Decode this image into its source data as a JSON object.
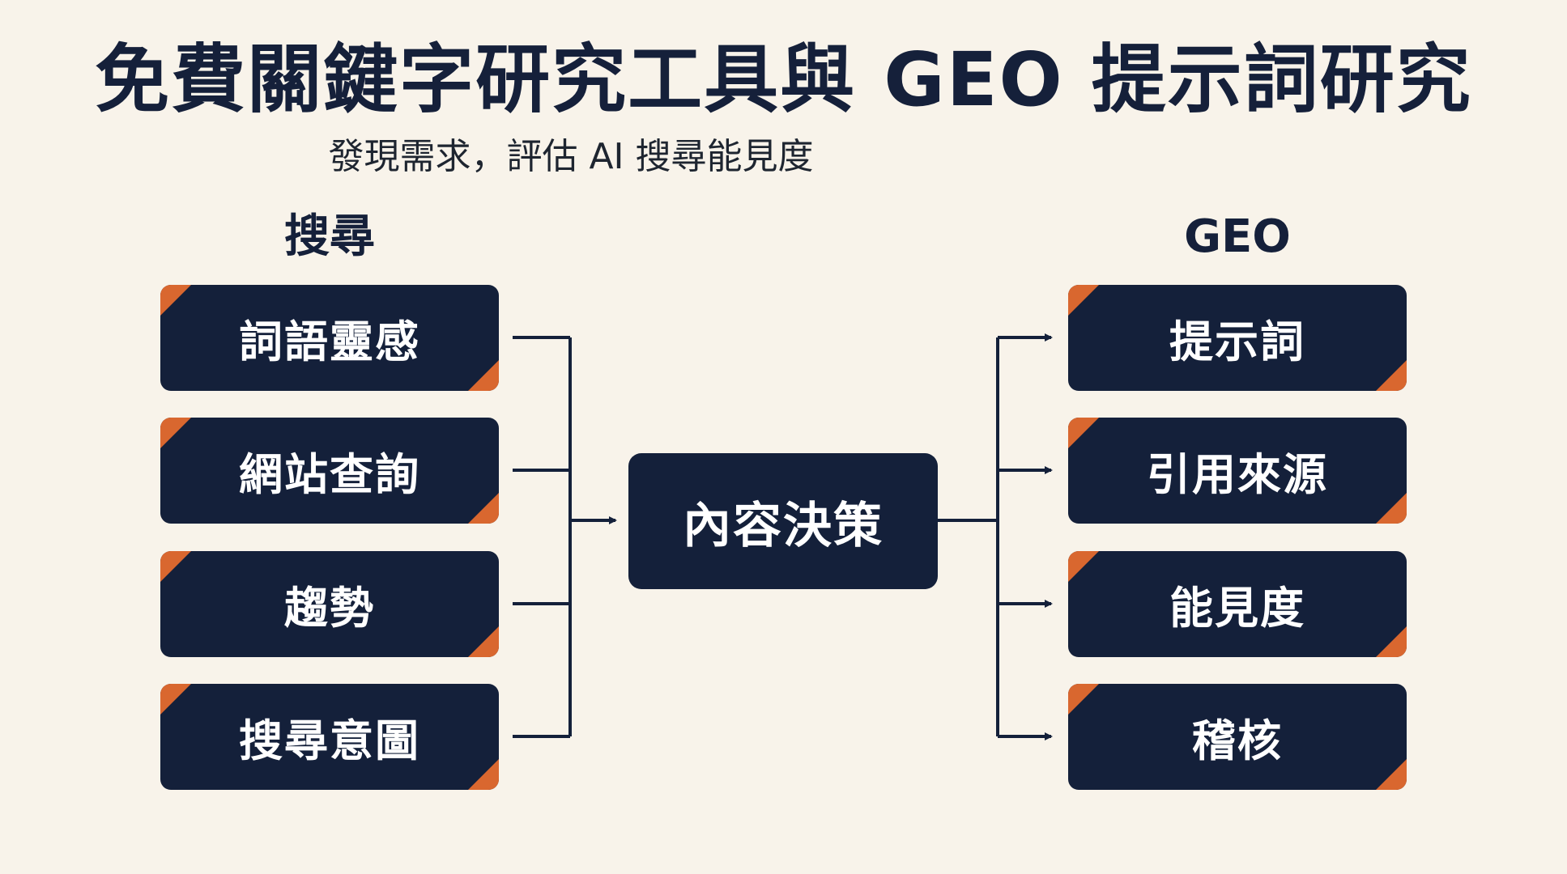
{
  "title": "免費關鍵字研究工具與 GEO 提示詞研究",
  "subtitle": "發現需求，評估 AI 搜尋能見度",
  "left_column": {
    "heading": "搜尋",
    "items": [
      "詞語靈感",
      "網站查詢",
      "趨勢",
      "搜尋意圖"
    ]
  },
  "center": {
    "label": "內容決策"
  },
  "right_column": {
    "heading": "GEO",
    "items": [
      "提示詞",
      "引用來源",
      "能見度",
      "稽核"
    ]
  },
  "colors": {
    "background": "#f8f3ea",
    "box": "#14203a",
    "accent": "#d9672f",
    "line": "#14203a"
  }
}
